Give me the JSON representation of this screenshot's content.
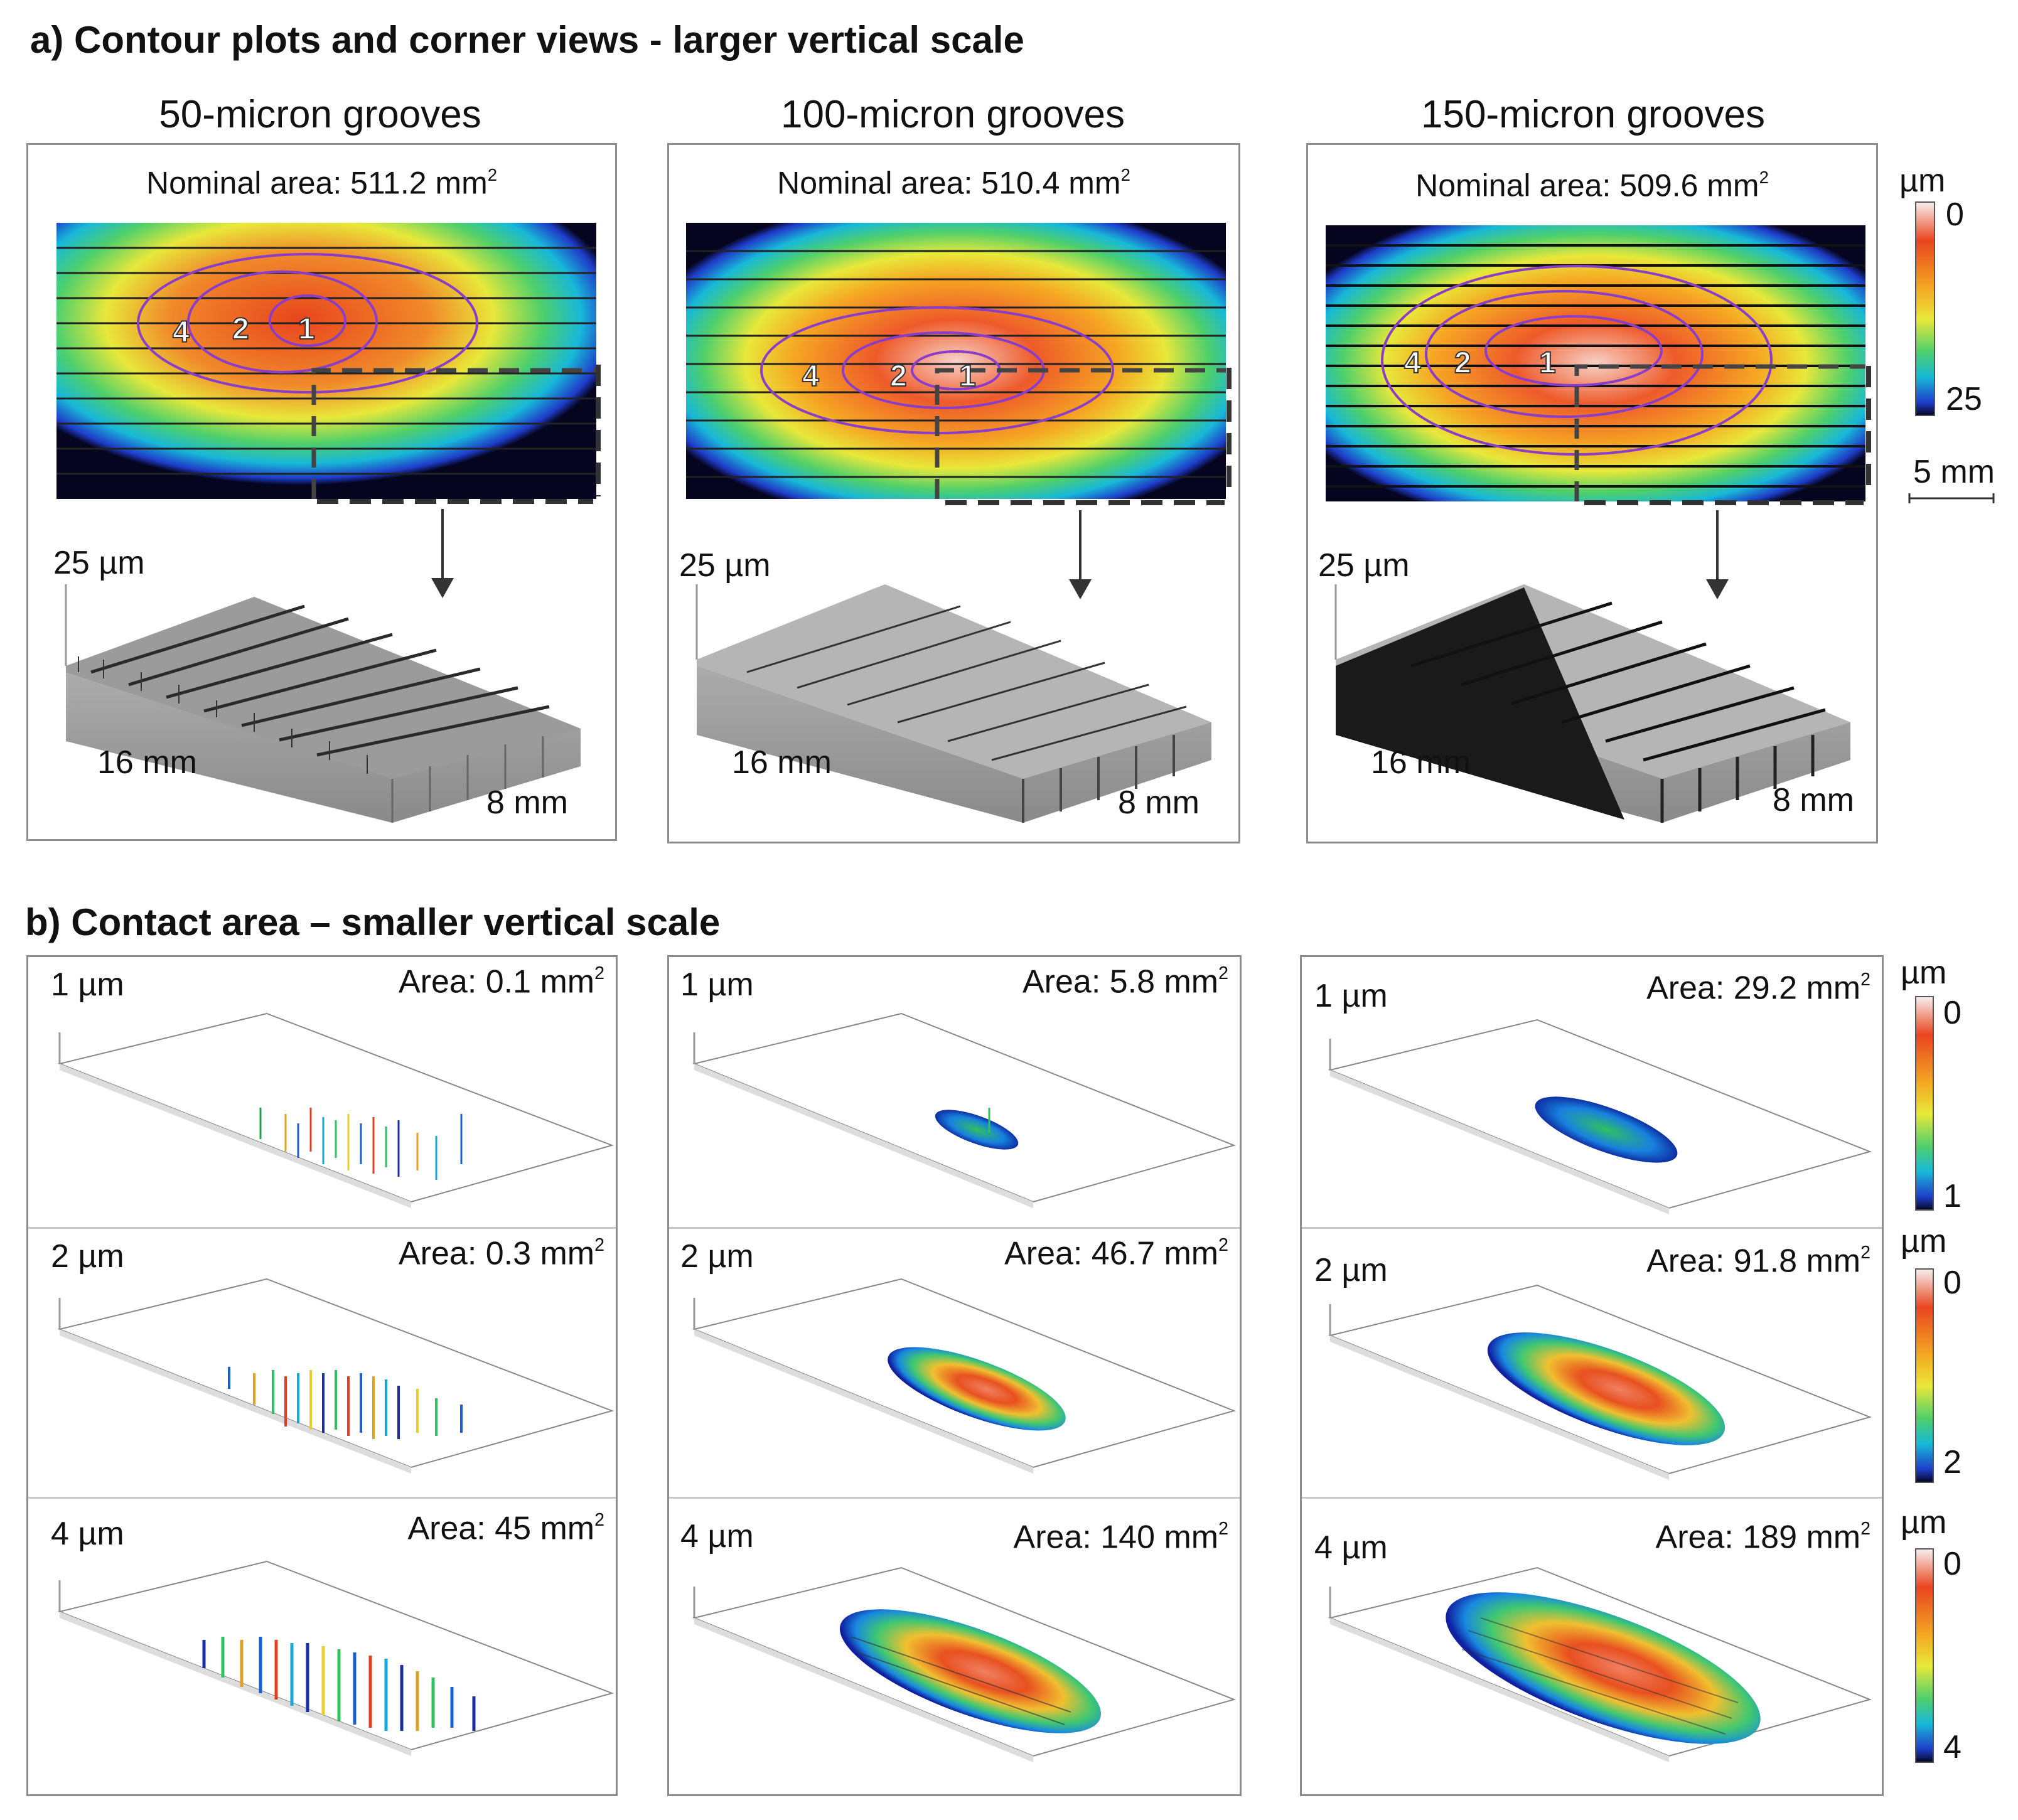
{
  "section_a": {
    "heading": "a) Contour plots and corner views - larger vertical scale",
    "columns": [
      {
        "title": "50-micron grooves",
        "nominal": "Nominal area: 511.2 mm",
        "nominal_sup": "2",
        "contours": [
          "4",
          "2",
          "1"
        ],
        "z_label": "25 µm",
        "len_label": "16 mm",
        "wid_label": "8 mm"
      },
      {
        "title": "100-micron grooves",
        "nominal": "Nominal area: 510.4 mm",
        "nominal_sup": "2",
        "contours": [
          "4",
          "2",
          "1"
        ],
        "z_label": "25 µm",
        "len_label": "16 mm",
        "wid_label": "8 mm"
      },
      {
        "title": "150-micron grooves",
        "nominal": "Nominal area: 509.6 mm",
        "nominal_sup": "2",
        "contours": [
          "4",
          "2",
          "1"
        ],
        "z_label": "25 µm",
        "len_label": "16 mm",
        "wid_label": "8 mm"
      }
    ],
    "colorbar": {
      "unit": "µm",
      "top": "0",
      "bottom": "25"
    },
    "scale_bar": "5 mm"
  },
  "section_b": {
    "heading": "b) Contact area – smaller vertical scale",
    "area_sup": "2",
    "columns": [
      {
        "rows": [
          {
            "depth": "1 µm",
            "area": "Area: 0.1 mm"
          },
          {
            "depth": "2 µm",
            "area": "Area: 0.3 mm"
          },
          {
            "depth": "4 µm",
            "area": "Area: 45 mm"
          }
        ]
      },
      {
        "rows": [
          {
            "depth": "1 µm",
            "area": "Area: 5.8 mm"
          },
          {
            "depth": "2 µm",
            "area": "Area: 46.7 mm"
          },
          {
            "depth": "4 µm",
            "area": "Area: 140 mm"
          }
        ]
      },
      {
        "rows": [
          {
            "depth": "1 µm",
            "area": "Area: 29.2 mm"
          },
          {
            "depth": "2 µm",
            "area": "Area: 91.8 mm"
          },
          {
            "depth": "4 µm",
            "area": "Area: 189 mm"
          }
        ]
      }
    ],
    "colorbars": [
      {
        "unit": "µm",
        "top": "0",
        "bottom": "1"
      },
      {
        "unit": "µm",
        "top": "0",
        "bottom": "2"
      },
      {
        "unit": "µm",
        "top": "0",
        "bottom": "4"
      }
    ]
  }
}
